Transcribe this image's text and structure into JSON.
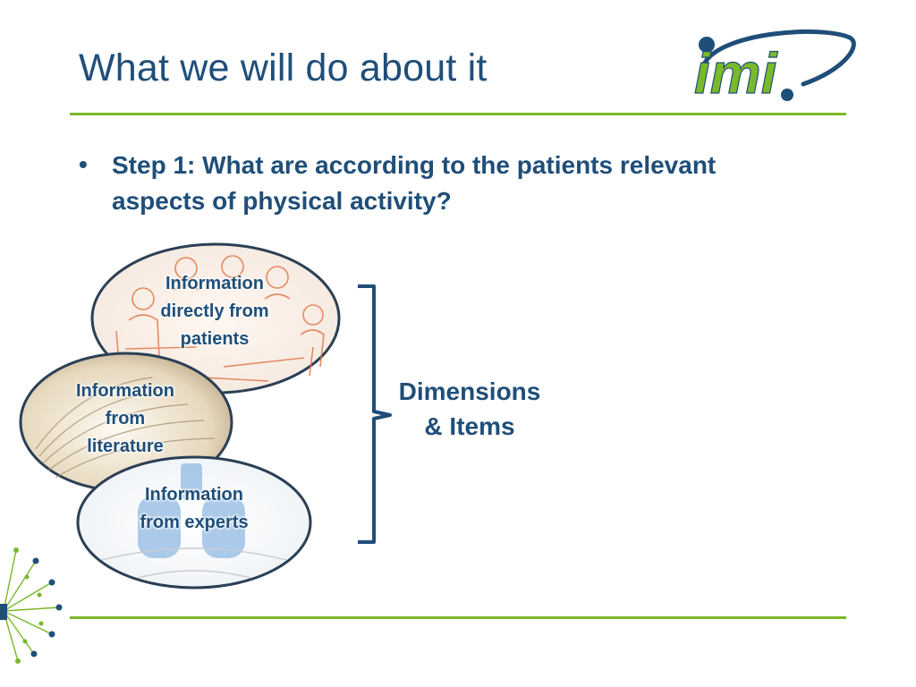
{
  "slide": {
    "title": "What we will do about it"
  },
  "logo": {
    "text": "imi",
    "color": "#7ab929",
    "swoosh_color": "#1f4e79"
  },
  "bullet": {
    "marker": "•",
    "text": "Step 1: What are according to the patients relevant aspects of physical activity?"
  },
  "sources": [
    {
      "lines": [
        "Information",
        "directly from",
        "patients"
      ]
    },
    {
      "lines": [
        "Information",
        "from",
        "literature"
      ]
    },
    {
      "lines": [
        "Information",
        "from experts"
      ]
    }
  ],
  "result": {
    "lines": [
      "Dimensions",
      "& Items"
    ]
  },
  "colors": {
    "title": "#1f4e79",
    "accent_line": "#7ab929",
    "text": "#1f4e79"
  }
}
